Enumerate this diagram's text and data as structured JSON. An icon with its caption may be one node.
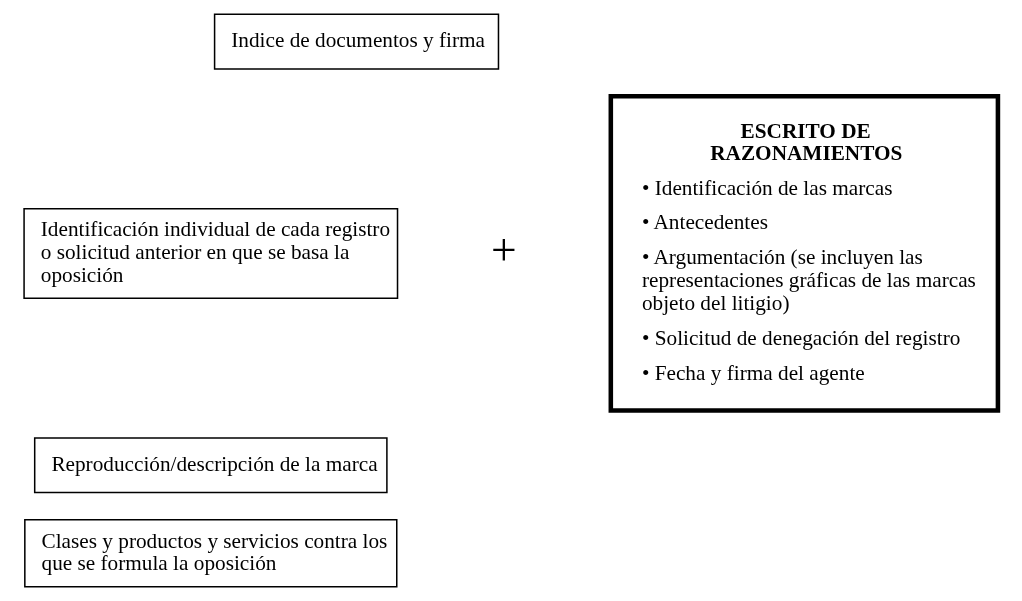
{
  "diagram": {
    "nodes": [
      {
        "text": [
          "Indice de documentos y firma"
        ]
      },
      {
        "text": [
          "Identificación individual de cada registro o solicitud anterior en que se basa la oposición"
        ]
      },
      {
        "text": [
          "Reproducción/descripción de la marca"
        ]
      },
      {
        "text": [
          "Clases y productos y servicios contra los que se formula la oposición"
        ]
      },
      {
        "text": [
          "ESCRITO DE RAZONAMIENTOS",
          "• Identificación de las marcas",
          "• Antecedentes",
          "• Argumentación (se incluyen las representaciones gráficas de las marcas objeto del litigio)",
          "• Solicitud de denegación del registro",
          "• Fecha y firma del agente"
        ]
      }
    ],
    "edges": [],
    "labels": [
      "+"
    ]
  }
}
